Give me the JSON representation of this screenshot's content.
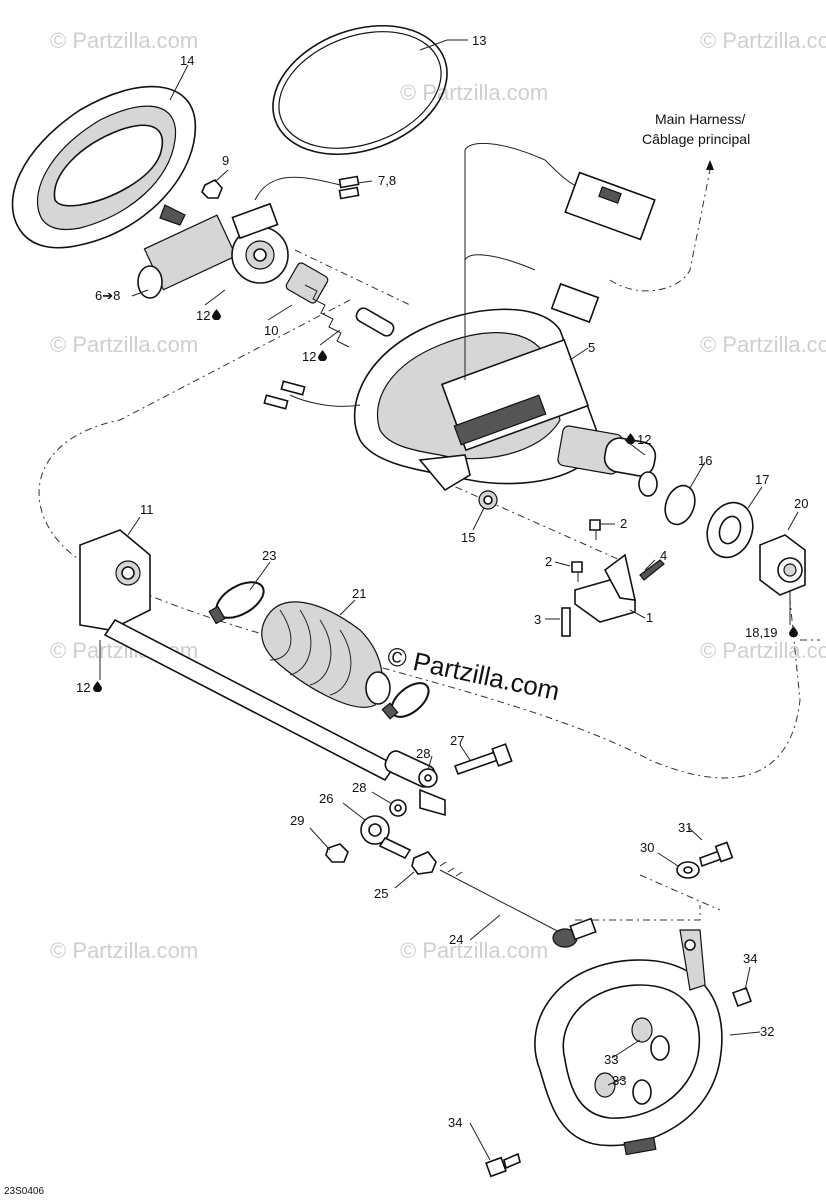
{
  "diagram_code": "23S0406",
  "watermark": {
    "small": "© Partzilla.com",
    "main": "© Partzilla.com"
  },
  "harness_label": {
    "line1": "Main Harness/",
    "line2": "Câblage principal"
  },
  "callouts": {
    "c1": "1",
    "c2a": "2",
    "c2b": "2",
    "c3": "3",
    "c4": "4",
    "c5": "5",
    "c6_8": "6➔8",
    "c7_8": "7,8",
    "c9": "9",
    "c10": "10",
    "c11": "11",
    "c12a": "12",
    "c12b": "12",
    "c12c": "12",
    "c12d": "12",
    "c13": "13",
    "c14": "14",
    "c15": "15",
    "c16": "16",
    "c17": "17",
    "c18_19": "18,19",
    "c20": "20",
    "c21": "21",
    "c23": "23",
    "c24": "24",
    "c25": "25",
    "c26": "26",
    "c27": "27",
    "c28a": "28",
    "c28b": "28",
    "c29": "29",
    "c30": "30",
    "c31": "31",
    "c32": "32",
    "c33a": "33",
    "c33b": "33",
    "c34a": "34",
    "c34b": "34"
  },
  "icons": {
    "lubricant": "drop-icon"
  }
}
